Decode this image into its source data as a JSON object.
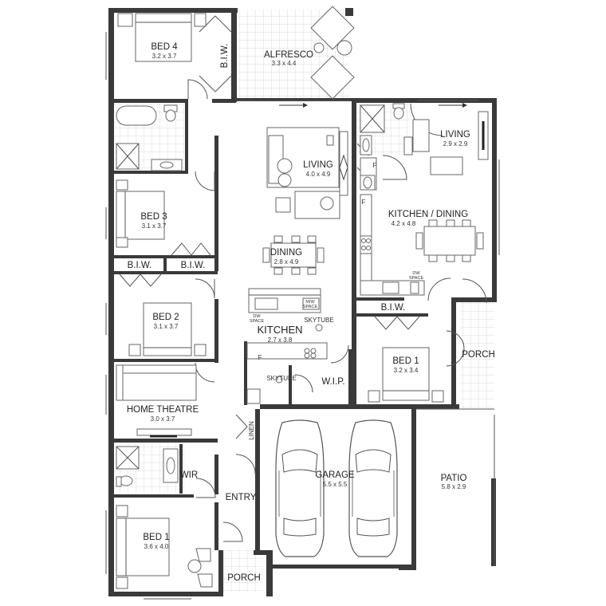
{
  "rooms": {
    "bed4": {
      "name": "BED 4",
      "dim": "3.2 x 3.7"
    },
    "alfresco": {
      "name": "ALFRESCO",
      "dim": "3.3 x 4.4"
    },
    "biw_top": {
      "name": "B.I.W."
    },
    "living_main": {
      "name": "LIVING",
      "dim": "4.0 x 4.9"
    },
    "living_right": {
      "name": "LIVING",
      "dim": "2.9 x 2.9"
    },
    "kitchen_dining": {
      "name": "KITCHEN / DINING",
      "dim": "4.2 x 4.8"
    },
    "bed3": {
      "name": "BED 3",
      "dim": "3.1 x 3.7"
    },
    "dining": {
      "name": "DINING",
      "dim": "2.8 x 4.9"
    },
    "biw_left": {
      "name": "B.I.W."
    },
    "biw_mid": {
      "name": "B.I.W."
    },
    "biw_right": {
      "name": "B.I.W."
    },
    "bed2": {
      "name": "BED 2",
      "dim": "3.1 x 3.7"
    },
    "kitchen": {
      "name": "KITCHEN",
      "dim": "2.7 x 3.8"
    },
    "bed1_right": {
      "name": "BED 1",
      "dim": "3.2 x 3.4"
    },
    "porch_right": {
      "name": "PORCH"
    },
    "home_theatre": {
      "name": "HOME THEATRE",
      "dim": "3.0 x 3.7"
    },
    "wip": {
      "name": "W.I.P."
    },
    "linen": {
      "name": "LINEN"
    },
    "garage": {
      "name": "GARAGE",
      "dim": "5.5 x 5.5"
    },
    "patio": {
      "name": "PATIO",
      "dim": "5.8 x 2.9"
    },
    "wir": {
      "name": "WIR"
    },
    "entry": {
      "name": "ENTRY"
    },
    "bed1_left": {
      "name": "BED 1",
      "dim": "3.6 x 4.0"
    },
    "porch_front": {
      "name": "PORCH"
    }
  },
  "fixtures": {
    "skytube_kitchen": "SKYTUBE",
    "skytube_lower": "SKYTUBE",
    "dw_space_left": "DW\nSPACE",
    "dw_space_right": "DW\nSPACE",
    "mw_space": "M/W\nSPACE",
    "fridge_left": "F",
    "fridge_right": "F",
    "fridge_upper": "F"
  },
  "colors": {
    "wall": "#3a3a3a",
    "line": "#555555",
    "tile": "#dcdcdc"
  }
}
